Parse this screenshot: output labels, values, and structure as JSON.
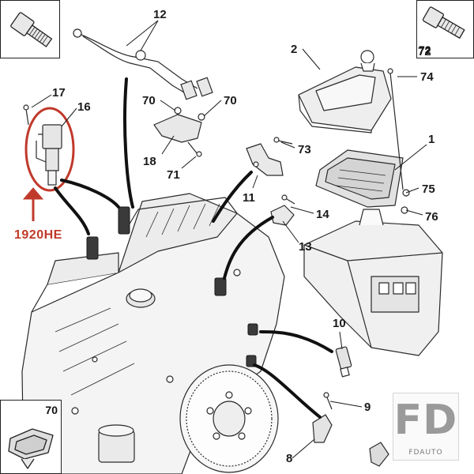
{
  "diagram": {
    "highlight_label": "1920HE",
    "callouts": [
      "12",
      "2",
      "72",
      "74",
      "17",
      "16",
      "70",
      "70",
      "1",
      "18",
      "71",
      "73",
      "11",
      "75",
      "76",
      "14",
      "13",
      "10",
      "9",
      "8",
      "70"
    ],
    "insets": {
      "top_left": "",
      "top_right": "72",
      "bottom_left": "70"
    },
    "logo": {
      "main": "FD",
      "sub": "FDAUTO"
    },
    "colors": {
      "highlight": "#c0392b",
      "line": "#1a1a1a",
      "part_fill": "#f2f2f2"
    }
  }
}
